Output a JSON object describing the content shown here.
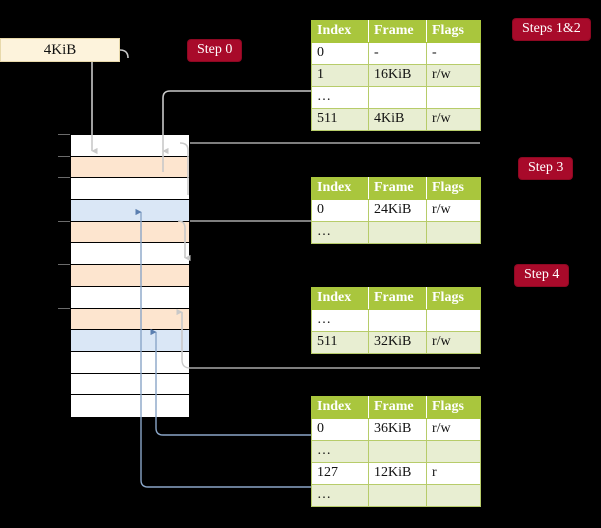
{
  "diagram": {
    "title_label": "4KiB",
    "badges": [
      {
        "name": "step-0",
        "text": "Step 0"
      },
      {
        "name": "steps-1-2",
        "text": "Steps 1&2"
      },
      {
        "name": "step-3",
        "text": "Step 3"
      },
      {
        "name": "step-4",
        "text": "Step 4"
      }
    ],
    "memory_rows": [
      {
        "fill": "white"
      },
      {
        "fill": "orange"
      },
      {
        "fill": "white"
      },
      {
        "fill": "blue"
      },
      {
        "fill": "orange"
      },
      {
        "fill": "white"
      },
      {
        "fill": "orange"
      },
      {
        "fill": "white"
      },
      {
        "fill": "orange"
      },
      {
        "fill": "blue"
      },
      {
        "fill": "white"
      },
      {
        "fill": "white"
      },
      {
        "fill": "white"
      }
    ],
    "colors": {
      "background": "#000000",
      "badge": "#a80a2a",
      "table_header": "#a9c63d",
      "table_alt_row": "#e8eed2",
      "highlight": "#f7f5a0",
      "orange_frame": "#fde5cf",
      "blue_frame": "#dae7f6",
      "kib_box": "#fdf3dc",
      "gray_arrow": "#c9c9c9",
      "blue_arrow": "#5b7fb0"
    }
  },
  "tables": [
    {
      "name": "page-table-level-1",
      "headers": [
        "Index",
        "Frame",
        "Flags"
      ],
      "rows": [
        {
          "cells": [
            "0",
            "-",
            "-"
          ],
          "alt": false,
          "highlight": false
        },
        {
          "cells": [
            "1",
            "16KiB",
            "r/w"
          ],
          "alt": true,
          "highlight": false
        },
        {
          "cells": [
            "…",
            "",
            ""
          ],
          "alt": false,
          "highlight": false
        },
        {
          "cells": [
            "511",
            "4KiB",
            "r/w"
          ],
          "alt": true,
          "highlight": true
        }
      ]
    },
    {
      "name": "page-table-level-2",
      "headers": [
        "Index",
        "Frame",
        "Flags"
      ],
      "rows": [
        {
          "cells": [
            "0",
            "24KiB",
            "r/w"
          ],
          "alt": false,
          "highlight": false
        },
        {
          "cells": [
            "…",
            "",
            ""
          ],
          "alt": true,
          "highlight": false
        }
      ]
    },
    {
      "name": "page-table-level-3",
      "headers": [
        "Index",
        "Frame",
        "Flags"
      ],
      "rows": [
        {
          "cells": [
            "…",
            "",
            ""
          ],
          "alt": false,
          "highlight": false
        },
        {
          "cells": [
            "511",
            "32KiB",
            "r/w"
          ],
          "alt": true,
          "highlight": false
        }
      ]
    },
    {
      "name": "page-table-level-4",
      "headers": [
        "Index",
        "Frame",
        "Flags"
      ],
      "rows": [
        {
          "cells": [
            "0",
            "36KiB",
            "r/w"
          ],
          "alt": false,
          "highlight": false
        },
        {
          "cells": [
            "…",
            "",
            ""
          ],
          "alt": true,
          "highlight": false
        },
        {
          "cells": [
            "127",
            "12KiB",
            "r"
          ],
          "alt": false,
          "highlight": false
        },
        {
          "cells": [
            "…",
            "",
            ""
          ],
          "alt": true,
          "highlight": false
        }
      ]
    }
  ]
}
